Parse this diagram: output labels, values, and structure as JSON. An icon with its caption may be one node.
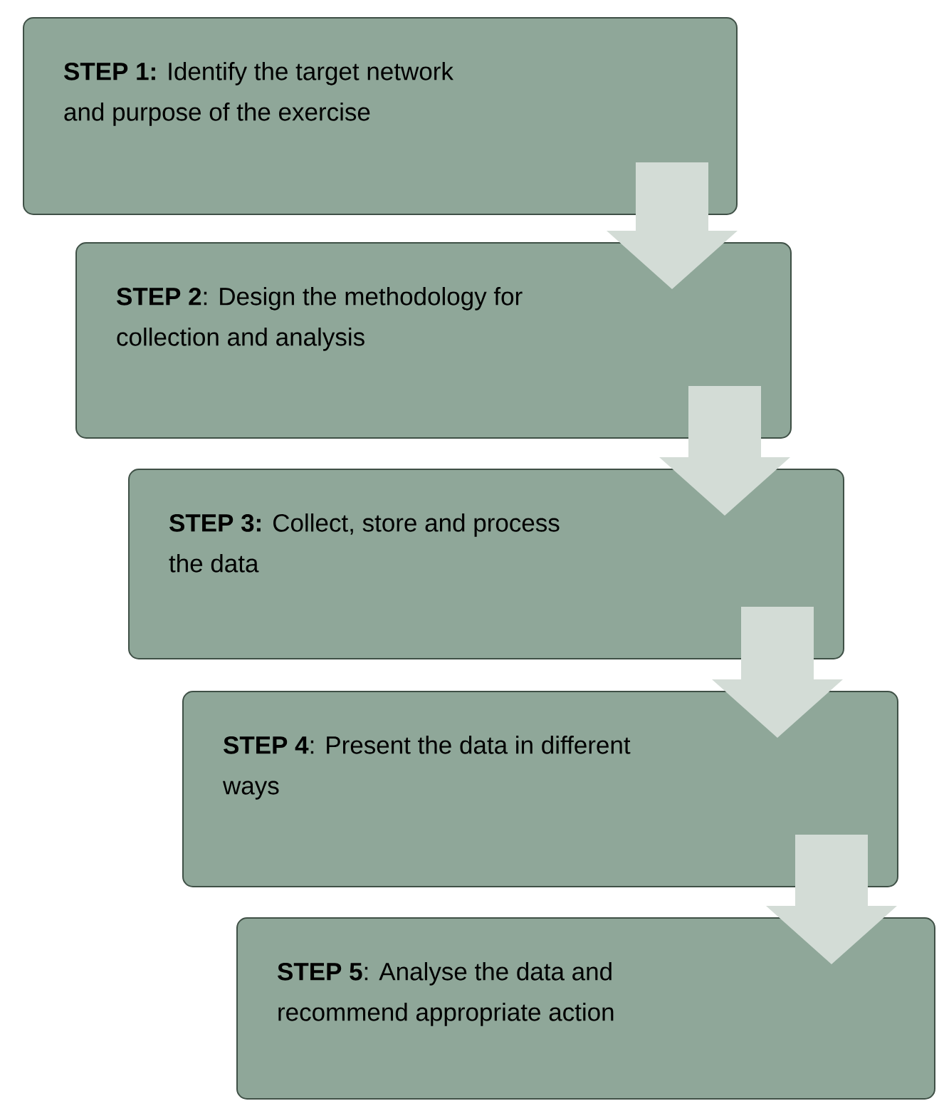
{
  "diagram": {
    "nodes": [
      {
        "text": [
          "**STEP 1:** Identify the target network and purpose of the exercise"
        ]
      },
      {
        "text": [
          "**STEP 2**: Design the methodology for collection and analysis"
        ]
      },
      {
        "text": [
          "**STEP 3:** Collect, store and process the data"
        ]
      },
      {
        "text": [
          "**STEP 4**: Present the data in different ways"
        ]
      },
      {
        "text": [
          "**STEP 5**: Analyse the data and recommend appropriate action"
        ]
      }
    ],
    "edges": [
      {
        "from": 0,
        "to": 1,
        "arrow": "to"
      },
      {
        "from": 1,
        "to": 2,
        "arrow": "to"
      },
      {
        "from": 2,
        "to": 3,
        "arrow": "to"
      },
      {
        "from": 3,
        "to": 4,
        "arrow": "to"
      }
    ]
  }
}
